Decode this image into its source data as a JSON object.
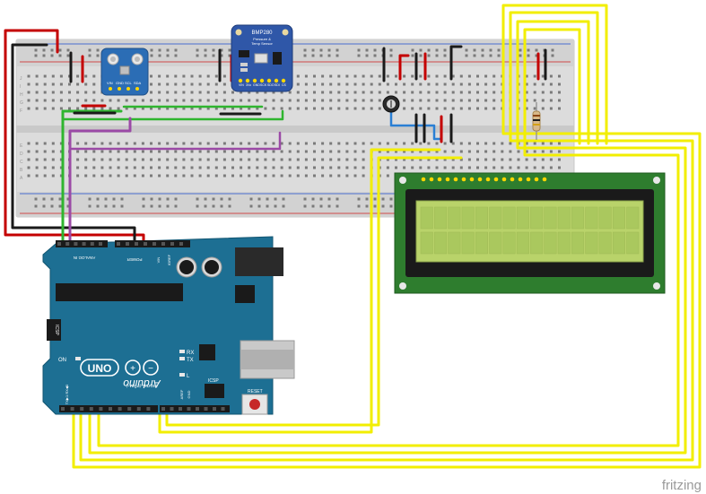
{
  "watermark": "fritzing",
  "breadboard": {
    "row_letters_top": [
      "J",
      "I",
      "H",
      "G",
      "F"
    ],
    "row_letters_bottom": [
      "E",
      "D",
      "C",
      "B",
      "A"
    ]
  },
  "bme_module": {
    "pins": [
      "VIN",
      "GND",
      "SCL",
      "SDA"
    ]
  },
  "bmp280": {
    "title": "BMP280",
    "subtitle_line1": "Pressure &",
    "subtitle_line2": "Temp Sensor",
    "pins_bottom": [
      "VIN",
      "3Vo",
      "GND",
      "SCK",
      "SDO",
      "SDI",
      "CS"
    ]
  },
  "arduino": {
    "brand": "Arduino",
    "model": "UNO",
    "digital_label": "DIGITAL (PWM~)",
    "analog_label": "ANALOG IN",
    "power_label": "POWER",
    "on_label": "ON",
    "rx_label": "RX",
    "tx_label": "TX",
    "l_label": "L",
    "icsp_label": "ICSP",
    "icsp2_label": "ICSP",
    "reset_label": "RESET",
    "aref_label": "AREF",
    "gnd_label": "GND",
    "ioref_label": "IOREF",
    "vin_label": "VIN",
    "txrx_label": "TX▶1 RX◀0"
  },
  "colors": {
    "board_blue": "#1d6f93",
    "lcd_green": "#2e7d2e",
    "lcd_screen": "#b9d36a",
    "wire_yellow": "#f2ee00",
    "wire_red": "#c40000",
    "wire_black": "#1a1a1a",
    "wire_green": "#2fb52f",
    "wire_purple": "#9b4aa6",
    "wire_blue": "#2a7fd4",
    "bmp_board": "#2f57a8"
  }
}
